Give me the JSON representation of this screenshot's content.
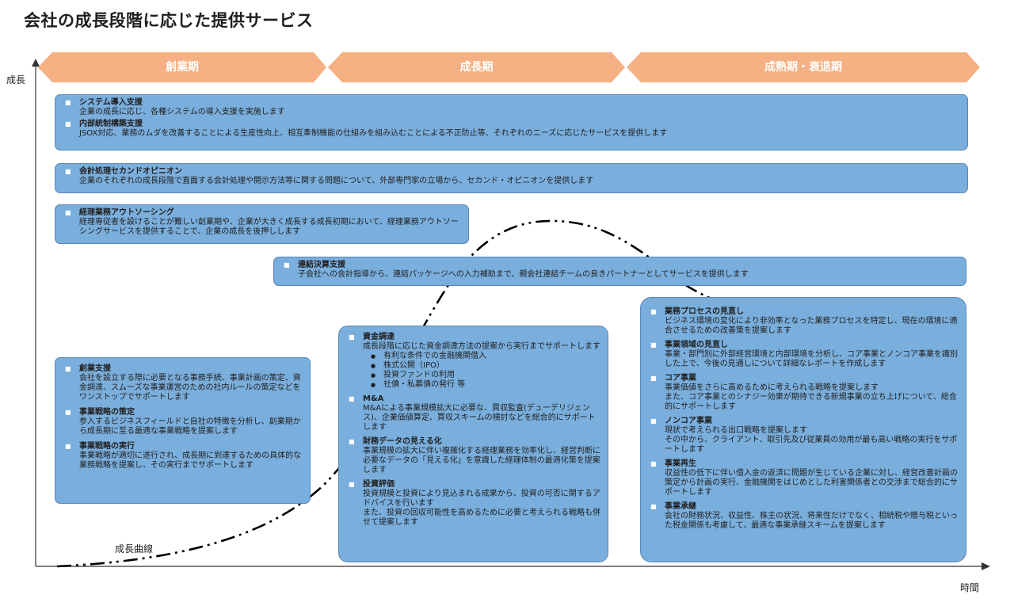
{
  "title": "会社の成長段階に応じた提供サービス",
  "axes": {
    "y_label": "成長",
    "x_label": "時間"
  },
  "curve_label": "成長曲線",
  "phases": [
    "創業期",
    "成長期",
    "成熟期・衰退期"
  ],
  "boxes": [
    {
      "items": [
        {
          "title": "システム導入支援",
          "desc": "企業の成長に応じ、各種システムの導入支援を実施します"
        },
        {
          "title": "内部統制構築支援",
          "desc": "JSOX対応、業務のムダを改善することによる生産性向上、相互牽制機能の仕組みを組み込むことによる不正防止等、それぞれのニーズに応じたサービスを提供します"
        }
      ]
    },
    {
      "items": [
        {
          "title": "会計処理セカンドオピニオン",
          "desc": "企業のそれぞれの成長段階で直面する会計処理や開示方法等に関する問題について、外部専門家の立場から、セカンド・オピニオンを提供します"
        }
      ]
    },
    {
      "items": [
        {
          "title": "経理業務アウトソーシング",
          "desc": "経理専従者を設けることが難しい創業期や、企業が大きく成長する成長初期において、経理業務アウトソーシングサービスを提供することで、企業の成長を後押しします"
        }
      ]
    },
    {
      "items": [
        {
          "title": "連結決算支援",
          "desc": "子会社への会計指導から、連結パッケージへの入力補助まで、親会社連結チームの良きパートナーとしてサービスを提供します"
        }
      ]
    },
    {
      "items": [
        {
          "title": "創業支援",
          "desc": "会社を設立する際に必要となる事務手続、事業計画の策定、資金調達、スムーズな事業運営のための社内ルールの策定などをワンストップでサポートします"
        },
        {
          "title": "事業戦略の策定",
          "desc": "参入するビジネスフィールドと自社の特徴を分析し、創業期から成長期に至る最適な事業戦略を提案します"
        },
        {
          "title": "事業戦略の実行",
          "desc": "事業戦略が適切に遂行され、成長期に到達するための具体的な業務戦略を提案し、その実行までサポートします"
        }
      ]
    },
    {
      "items": [
        {
          "title": "資金調達",
          "desc": "成長段階に応じた資金調達方法の提案から実行までサポートします",
          "subs": [
            "有利な条件での金融機関借入",
            "株式公開（IPO）",
            "投資ファンドの利用",
            "社債・私募債の発行 等"
          ]
        },
        {
          "title": "M&A",
          "desc": "M&Aによる事業規模拡大に必要な、買収監査(デューデリジェンス)、企業価値算定、買収スキームの検討などを総合的にサポートします"
        },
        {
          "title": "財務データの見える化",
          "desc": "事業規模の拡大に伴い複雑化する経理業務を効率化し、経営判断に必要なデータの「見える化」を意識した経理体制の最適化策を提案します"
        },
        {
          "title": "投資評価",
          "desc": "投資規模と投資により見込まれる成果から、投資の可否に関するアドバイスを行います\nまた、投資の回収可能性を高めるために必要と考えられる戦略も併せて提案します"
        }
      ]
    },
    {
      "items": [
        {
          "title": "業務プロセスの見直し",
          "desc": "ビジネス環境の変化により非効率となった業務プロセスを特定し、現在の環境に適合させるための改善策を提案します"
        },
        {
          "title": "事業領域の見直し",
          "desc": "事業・部門別に外部経営環境と内部環境を分析し、コア事業とノンコア事業を識別した上で、今後の見通しについて詳細なレポートを作成します"
        },
        {
          "title": "コア事業",
          "desc": "事業価値をさらに高めるために考えられる戦略を提案します\nまた、コア事業とのシナジー効果が期待できる新規事業の立ち上げについて、総合的にサポートします"
        },
        {
          "title": "ノンコア事業",
          "desc": "現状で考えられる出口戦略を提案します\nその中から、クライアント、取引先及び従業員の効用が最も高い戦略の実行をサポートします"
        },
        {
          "title": "事業再生",
          "desc": "収益性の低下に伴い借入金の返済に問題が生じている企業に対し、経営改善計画の策定から計画の実行、金融機関をはじめとした利害関係者との交渉まで総合的にサポートします"
        },
        {
          "title": "事業承継",
          "desc": "会社の財務状況、収益性、株主の状況、将来性だけでなく、相続税や贈与税といった税金関係も考慮して、最適な事業承継スキームを提案します"
        }
      ]
    }
  ]
}
